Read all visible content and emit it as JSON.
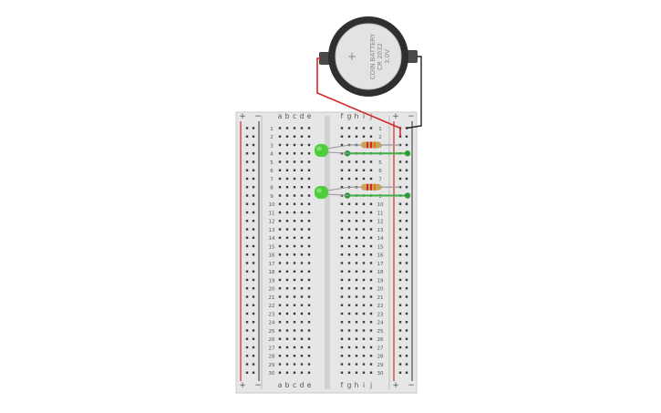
{
  "breadboard": {
    "rows": 30,
    "left_columns": [
      "a",
      "b",
      "c",
      "d",
      "e"
    ],
    "right_columns": [
      "f",
      "g",
      "h",
      "i",
      "j"
    ],
    "rail_plus": "+",
    "rail_minus": "−",
    "colors": {
      "body": "#e6e6e6",
      "hole": "#3a3a3a",
      "rail_red": "#d62828",
      "rail_black": "#333333"
    }
  },
  "battery": {
    "label_line1": "COIN BATTERY",
    "label_line2": "CR 2032",
    "label_line3": "3.0V",
    "symbol": "+",
    "colors": {
      "body": "#2f2f2f",
      "face": "#e3e3e3"
    }
  },
  "components": {
    "led_color": "#4ccf3a",
    "resistor_bands": [
      "#c8a25c",
      "#d62828",
      "#d62828",
      "#e07b00"
    ],
    "wire_green": "#3cb043",
    "wire_red": "#d62828",
    "wire_black": "#222222"
  }
}
